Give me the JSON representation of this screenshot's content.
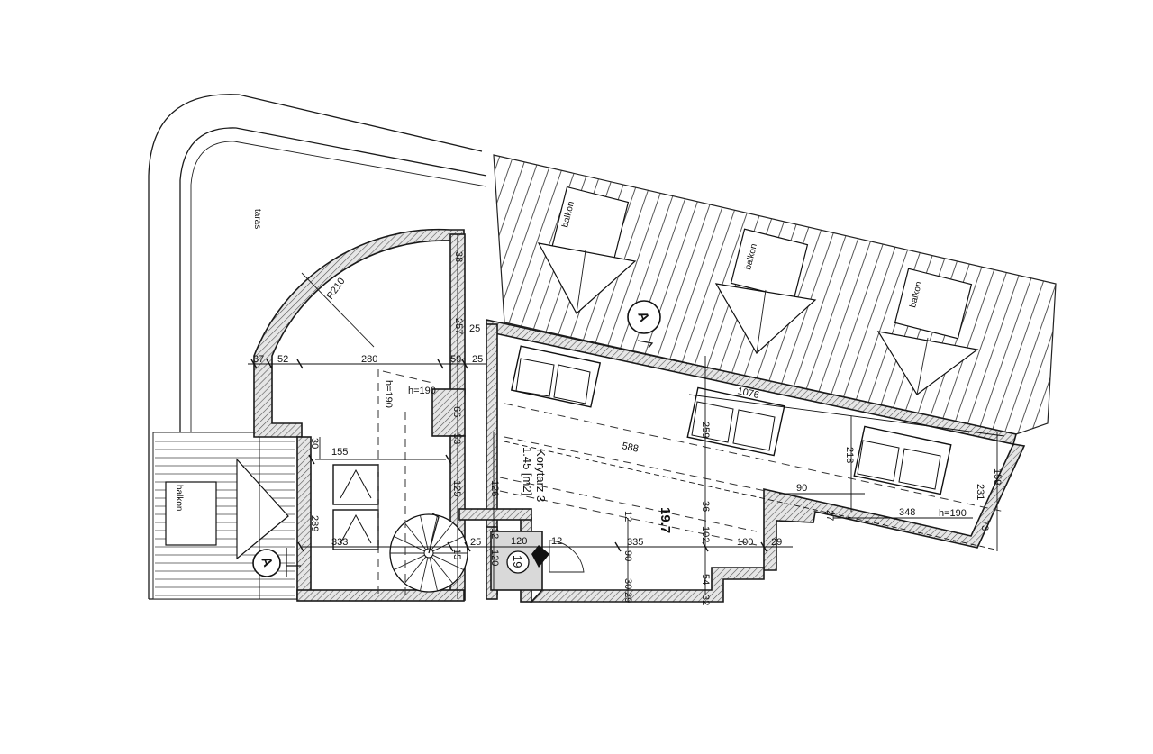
{
  "labels": {
    "terrace": "taras",
    "balcony_1": "balkon",
    "balcony_2": "balkon",
    "balcony_3": "balkon",
    "balcony_4": "balkon",
    "radius": "R210",
    "section_top": "A",
    "section_bottom": "A",
    "height_1": "h=190",
    "height_2": "h=190",
    "height_3": "h=190",
    "room_name": "Korytarz 3",
    "room_area": "1.45 [m2]",
    "room_number": "19",
    "area_big": "19.7"
  },
  "dimensions": {
    "d37": "37",
    "d52": "52",
    "d280": "280",
    "d59": "59",
    "d25a": "25",
    "d38": "38",
    "d257": "257",
    "d25b": "25",
    "d66": "66",
    "d53": "53",
    "d30": "30",
    "d155": "155",
    "d125": "125",
    "d126": "126",
    "d289": "289",
    "d333": "333",
    "d25c": "25",
    "d15": "15",
    "d12a": "12",
    "d120a": "120",
    "d120b": "120",
    "d12b": "12",
    "d335": "335",
    "d12c": "12",
    "d90a": "90",
    "d30b": "30",
    "d29a": "29",
    "d588": "588",
    "d1076": "1076",
    "d259": "259",
    "d36": "36",
    "d102": "102",
    "d54": "54",
    "d32": "32",
    "d100": "100",
    "d29b": "29",
    "d90b": "90",
    "d27": "27",
    "d218": "218",
    "d348": "348",
    "d159": "159",
    "d231": "231",
    "d73": "73"
  }
}
